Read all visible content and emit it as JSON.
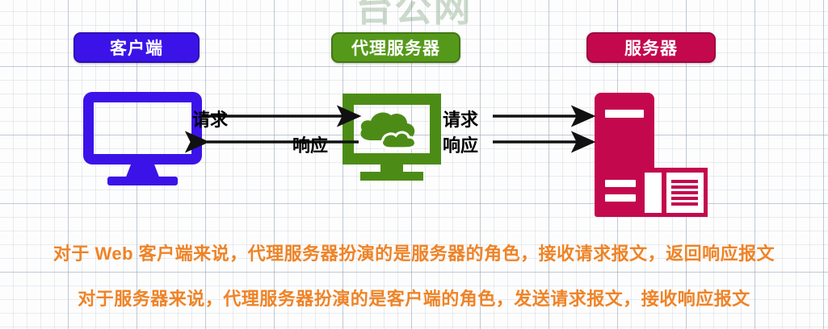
{
  "watermark": {
    "text": "台公网"
  },
  "nodes": [
    {
      "key": "client",
      "label": "客户端",
      "color": "#3b13e8",
      "icon": "desktop-monitor-icon"
    },
    {
      "key": "proxy",
      "label": "代理服务器",
      "color": "#55991a",
      "icon": "cloud-monitor-icon"
    },
    {
      "key": "server",
      "label": "服务器",
      "color": "#c4084e",
      "icon": "server-tower-icon"
    }
  ],
  "flows": {
    "client_to_proxy": {
      "request": {
        "label": "请求",
        "direction": "right"
      },
      "response": {
        "label": "响应",
        "direction": "left"
      }
    },
    "proxy_to_server": {
      "request": {
        "label": "请求",
        "direction": "right"
      },
      "response": {
        "label": "响应",
        "direction": "right"
      }
    }
  },
  "captions": {
    "line1": "对于 Web 客户端来说，代理服务器扮演的是服务器的角色，接收请求报文，返回响应报文",
    "line2": "对于服务器来说，代理服务器扮演的是客户端的角色，发送请求报文，接收响应报文",
    "color": "#ef8326"
  }
}
